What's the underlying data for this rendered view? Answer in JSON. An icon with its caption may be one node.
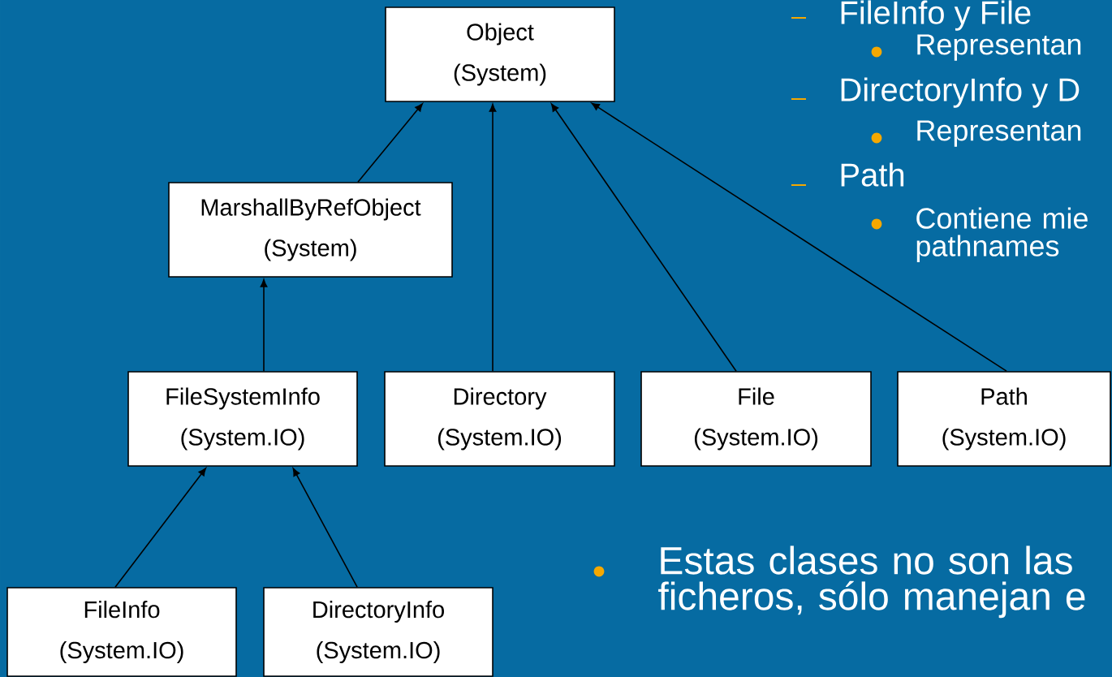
{
  "diagram": {
    "nodes": [
      {
        "text": [
          "Object",
          "(System)"
        ]
      },
      {
        "text": [
          "MarshallByRefObject",
          "(System)"
        ]
      },
      {
        "text": [
          "FileSystemInfo",
          "(System.IO)"
        ]
      },
      {
        "text": [
          "Directory",
          "(System.IO)"
        ]
      },
      {
        "text": [
          "File",
          "(System.IO)"
        ]
      },
      {
        "text": [
          "Path",
          "(System.IO)"
        ]
      },
      {
        "text": [
          "FileInfo",
          "(System.IO)"
        ]
      },
      {
        "text": [
          "DirectoryInfo",
          "(System.IO)"
        ]
      }
    ],
    "edges": [
      {
        "from": 1,
        "to": 0,
        "arrow": "to"
      },
      {
        "from": 3,
        "to": 0,
        "arrow": "to"
      },
      {
        "from": 4,
        "to": 0,
        "arrow": "to"
      },
      {
        "from": 5,
        "to": 0,
        "arrow": "to"
      },
      {
        "from": 2,
        "to": 1,
        "arrow": "to"
      },
      {
        "from": 6,
        "to": 2,
        "arrow": "to"
      },
      {
        "from": 7,
        "to": 2,
        "arrow": "to"
      }
    ],
    "labels": [
      "FileInfo y File",
      "Representan",
      "DirectoryInfo y D",
      "Representan",
      "Path",
      "Contiene mie pathnames",
      "Estas clases no son las ficheros, sólo manejan e"
    ]
  }
}
